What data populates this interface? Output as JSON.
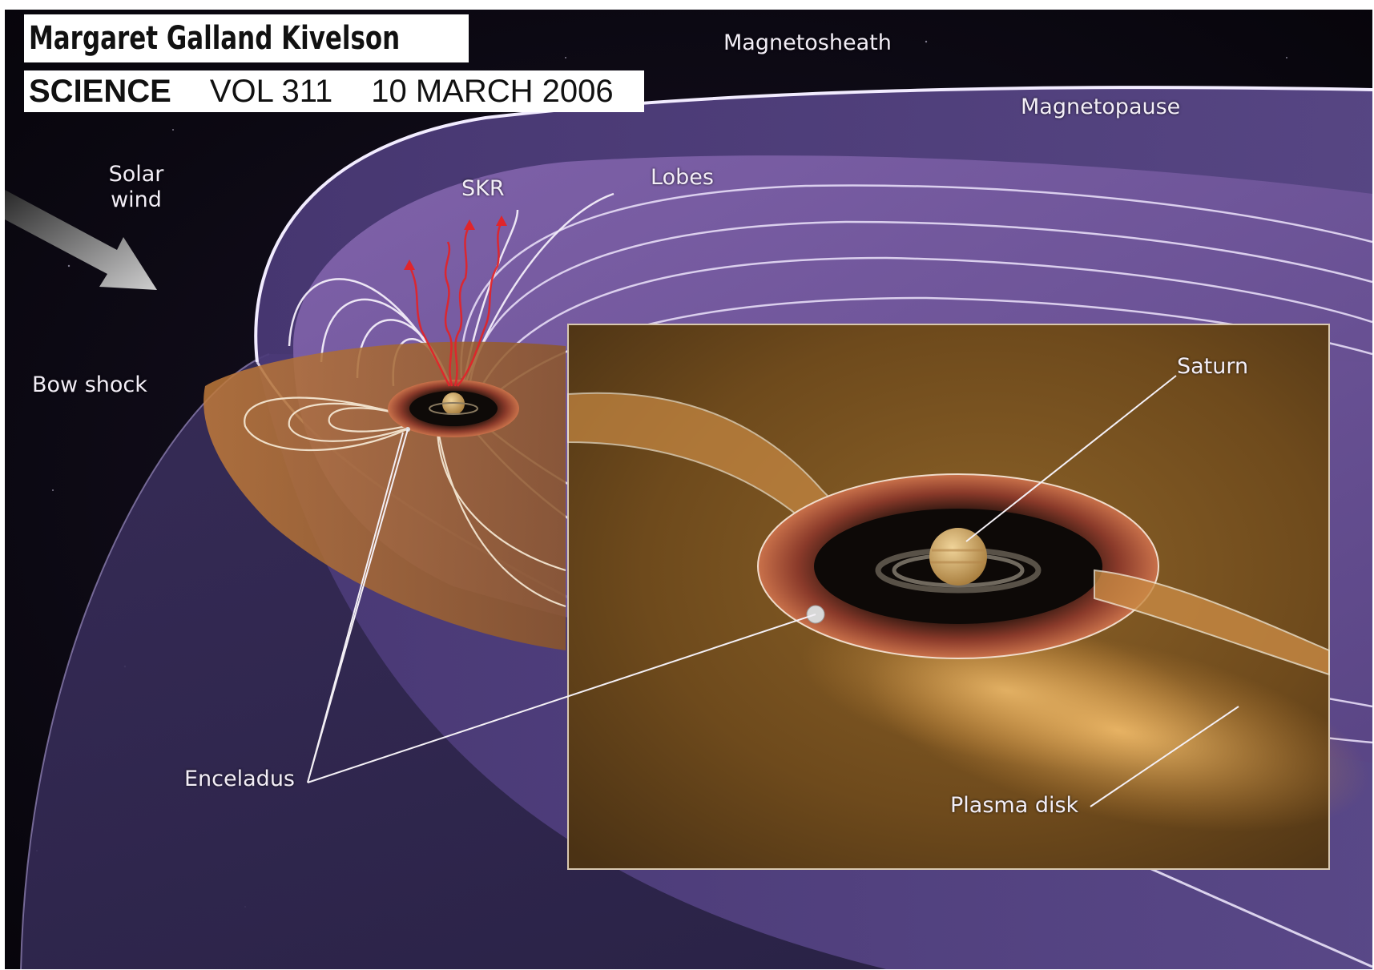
{
  "header": {
    "author": "Margaret Galland Kivelson",
    "journal": "SCIENCE",
    "volume": "VOL 311",
    "date": "10 MARCH 2006"
  },
  "labels": {
    "magnetosheath": "Magnetosheath",
    "magnetopause": "Magnetopause",
    "solar_wind_line1": "Solar",
    "solar_wind_line2": "wind",
    "skr": "SKR",
    "lobes": "Lobes",
    "bow_shock": "Bow shock",
    "saturn": "Saturn",
    "enceladus": "Enceladus",
    "plasma_disk": "Plasma disk"
  }
}
